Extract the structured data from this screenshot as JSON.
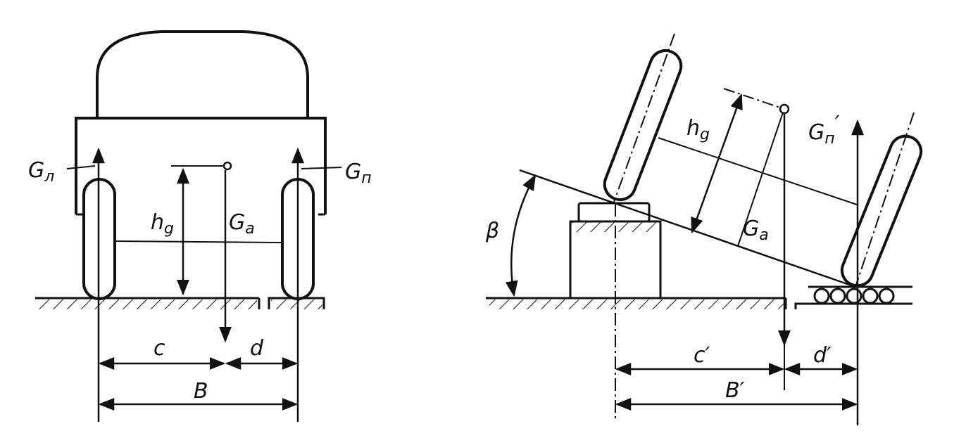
{
  "left_view": {
    "g_left": {
      "base": "G",
      "sub": "л"
    },
    "g_right": {
      "base": "G",
      "sub": "п"
    },
    "g_a": {
      "base": "G",
      "sub": "a"
    },
    "hg": {
      "base": "h",
      "sub": "g"
    },
    "c": "c",
    "d": "d",
    "B": "B"
  },
  "right_view": {
    "beta": "β",
    "g_n": {
      "base": "G",
      "sub": "п",
      "prime": "′"
    },
    "g_a": {
      "base": "G",
      "sub": "a"
    },
    "hg": {
      "base": "h",
      "sub": "g"
    },
    "c": "c′",
    "d": "d′",
    "B": "B′"
  }
}
